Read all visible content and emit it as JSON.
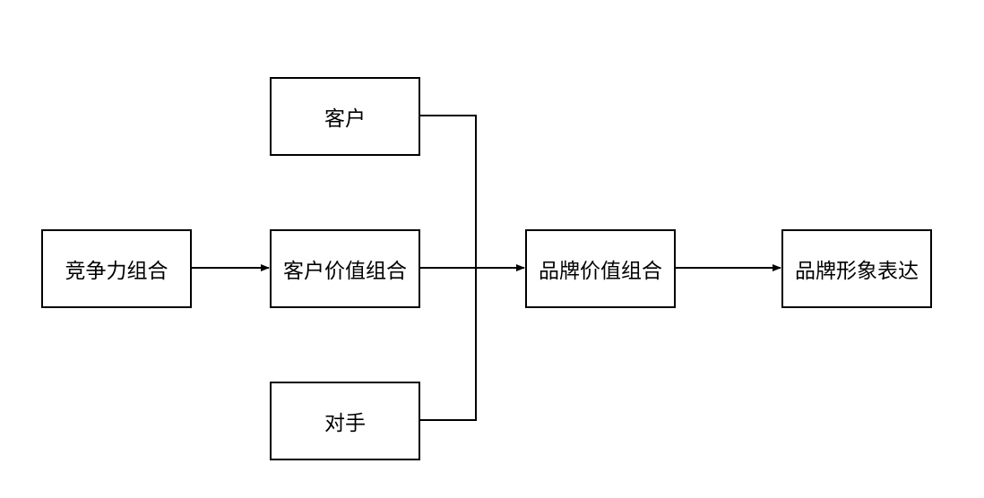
{
  "nodes": {
    "customer": "客户",
    "competitive_mix": "竞争力组合",
    "customer_value_mix": "客户价值组合",
    "competitor": "对手",
    "brand_value_mix": "品牌价值组合",
    "brand_image_expression": "品牌形象表达"
  },
  "colors": {
    "stroke": "#000000",
    "background": "#ffffff"
  }
}
